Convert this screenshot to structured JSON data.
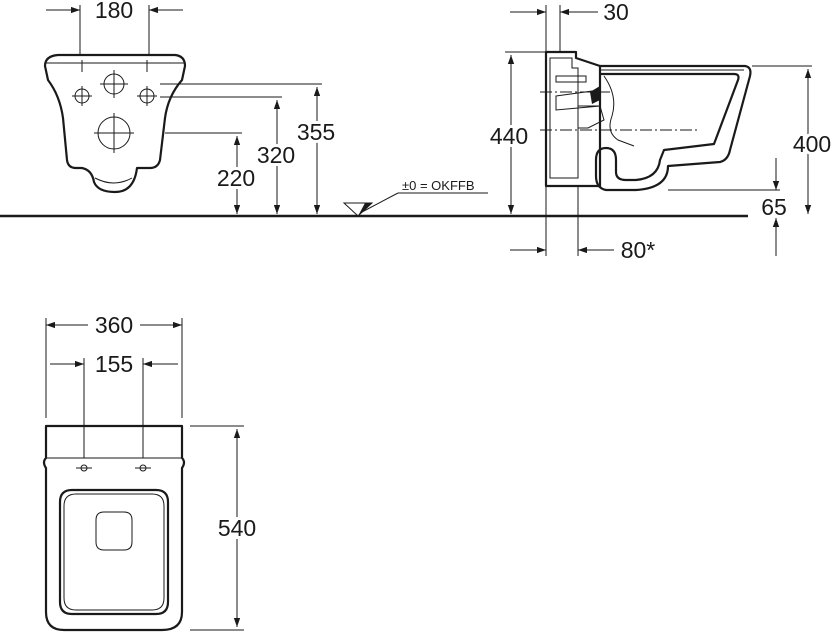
{
  "front_view": {
    "dim_hole_spacing": "180",
    "dim_inlet_height": "220",
    "dim_outlet_height": "320",
    "dim_fixing_height": "355"
  },
  "floor_marker": {
    "label": "±0 = OKFFB"
  },
  "side_view": {
    "dim_wall_offset": "30",
    "dim_frame_height": "440",
    "dim_bowl_height": "400",
    "dim_floor_gap": "65",
    "dim_frame_depth": "80*"
  },
  "top_view": {
    "dim_width": "360",
    "dim_fixing_spacing": "155",
    "dim_length": "540"
  }
}
